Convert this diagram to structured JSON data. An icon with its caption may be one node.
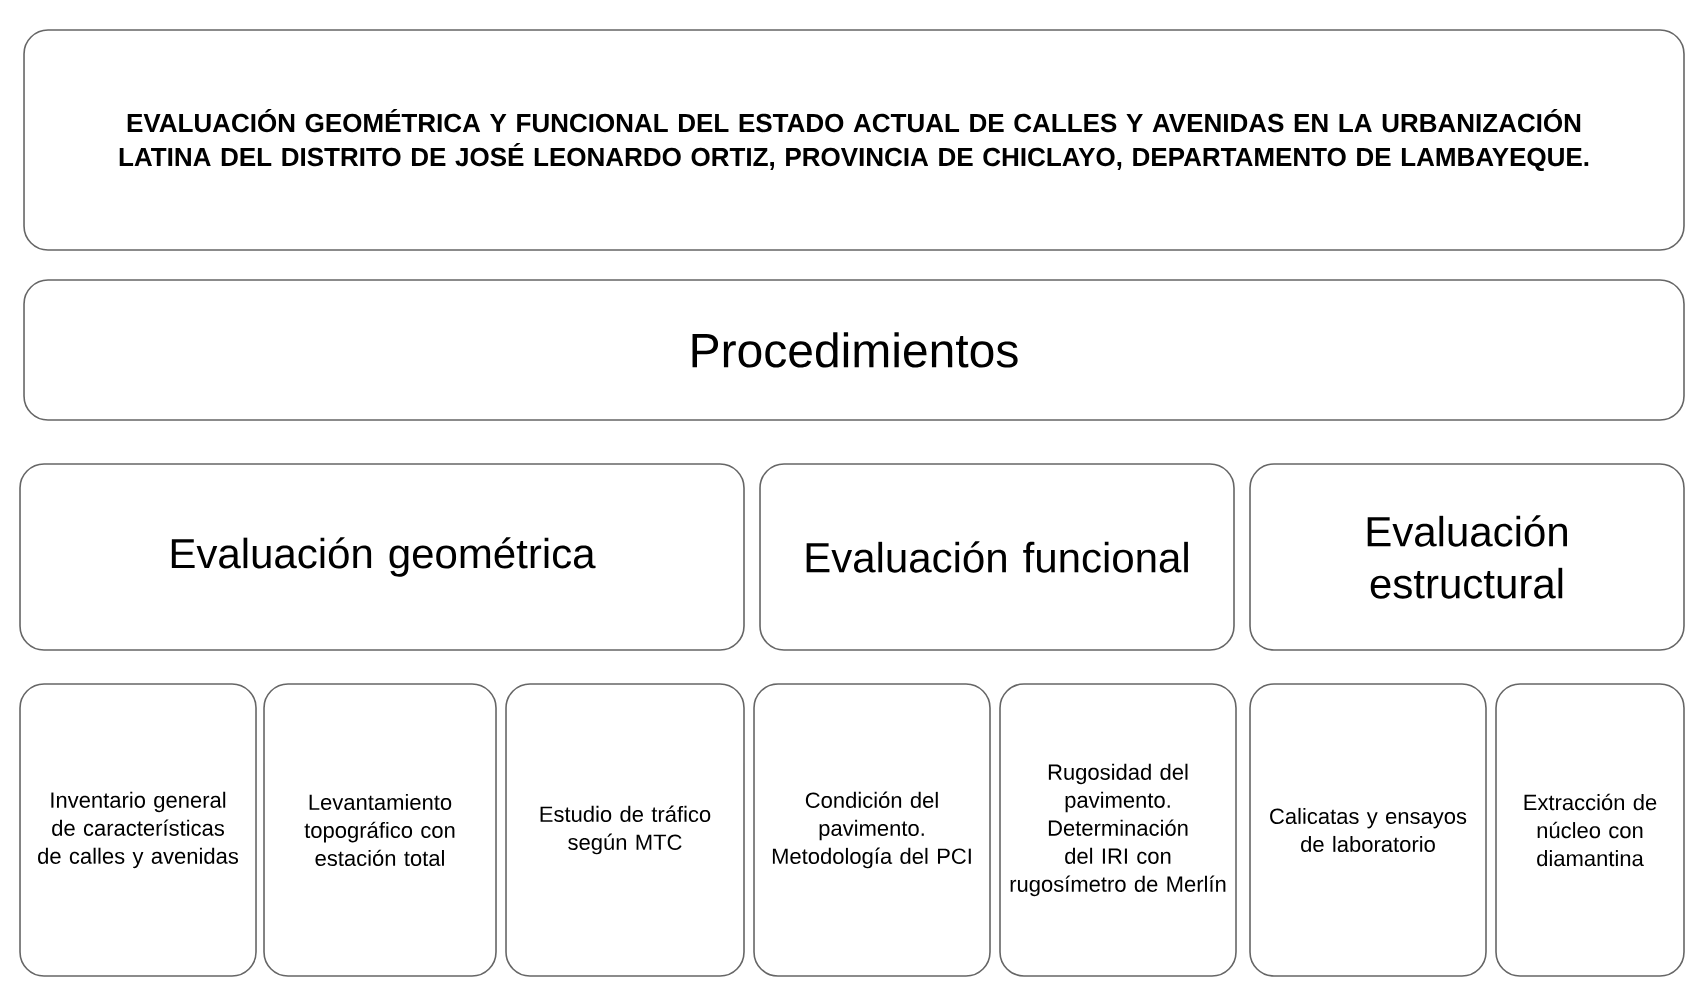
{
  "diagram": {
    "nodes": [
      {
        "text": [
          "EVALUACIÓN GEOMÉTRICA Y FUNCIONAL DEL ESTADO ACTUAL DE CALLES Y AVENIDAS EN LA URBANIZACIÓN LATINA DEL DISTRITO DE JOSÉ LEONARDO ORTIZ, PROVINCIA DE CHICLAYO, DEPARTAMENTO DE LAMBAYEQUE."
        ]
      },
      {
        "text": [
          "Procedimientos"
        ]
      },
      {
        "text": [
          "Evaluación geométrica"
        ]
      },
      {
        "text": [
          "Evaluación funcional"
        ]
      },
      {
        "text": [
          "Evaluación estructural"
        ]
      },
      {
        "text": [
          "Inventario general de características de calles y avenidas"
        ]
      },
      {
        "text": [
          "Levantamiento topográfico con estación total"
        ]
      },
      {
        "text": [
          "Estudio de tráfico según MTC"
        ]
      },
      {
        "text": [
          "Condición del pavimento. Metodología del PCI"
        ]
      },
      {
        "text": [
          "Rugosidad del pavimento. Determinación del IRI con rugosímetro de Merlín"
        ]
      },
      {
        "text": [
          "Calicatas y ensayos de laboratorio"
        ]
      },
      {
        "text": [
          "Extracción de núcleo con diamantina"
        ]
      }
    ]
  }
}
